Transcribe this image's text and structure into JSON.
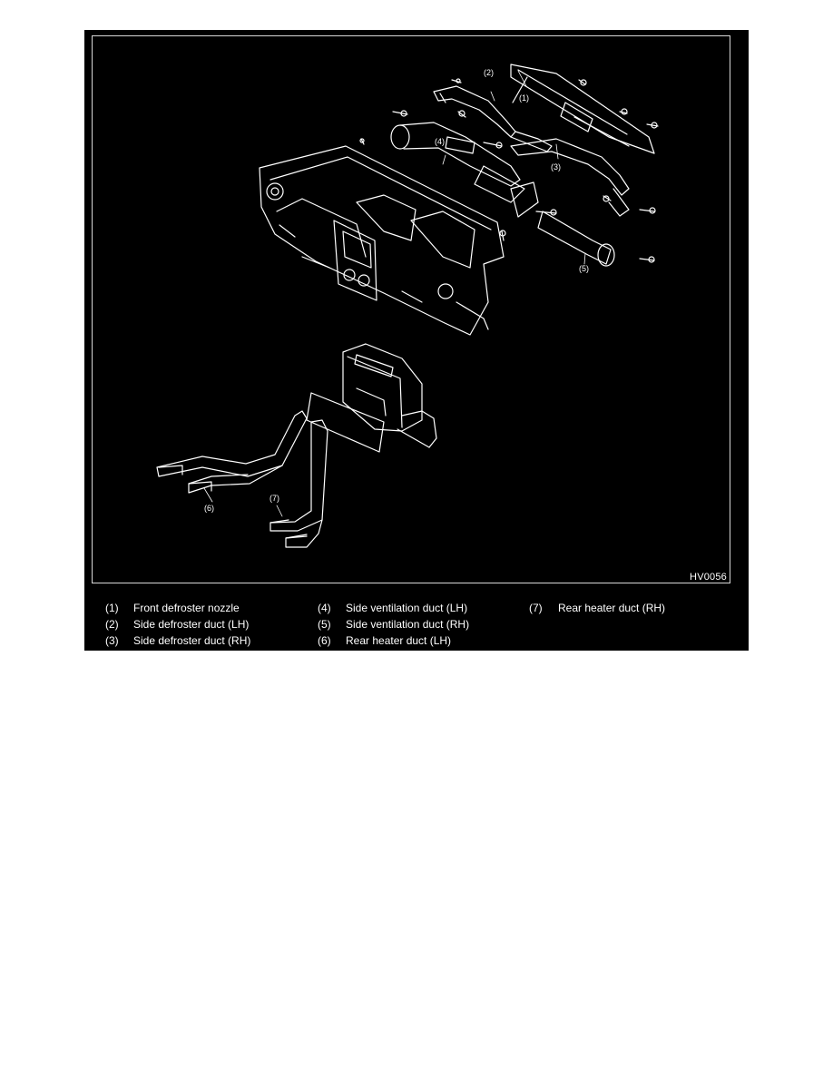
{
  "figure": {
    "code": "HV0056",
    "callouts": [
      "(1)",
      "(2)",
      "(3)",
      "(4)",
      "(5)",
      "(6)",
      "(7)"
    ]
  },
  "legend": [
    {
      "num": "(1)",
      "text": "Front defroster nozzle"
    },
    {
      "num": "(2)",
      "text": "Side defroster duct (LH)"
    },
    {
      "num": "(3)",
      "text": "Side defroster duct (RH)"
    },
    {
      "num": "(4)",
      "text": "Side ventilation duct (LH)"
    },
    {
      "num": "(5)",
      "text": "Side ventilation duct (RH)"
    },
    {
      "num": "(6)",
      "text": "Rear heater duct (LH)"
    },
    {
      "num": "(7)",
      "text": "Rear heater duct (RH)"
    }
  ],
  "colors": {
    "background": "#000000",
    "line": "#ffffff",
    "page": "#ffffff"
  }
}
